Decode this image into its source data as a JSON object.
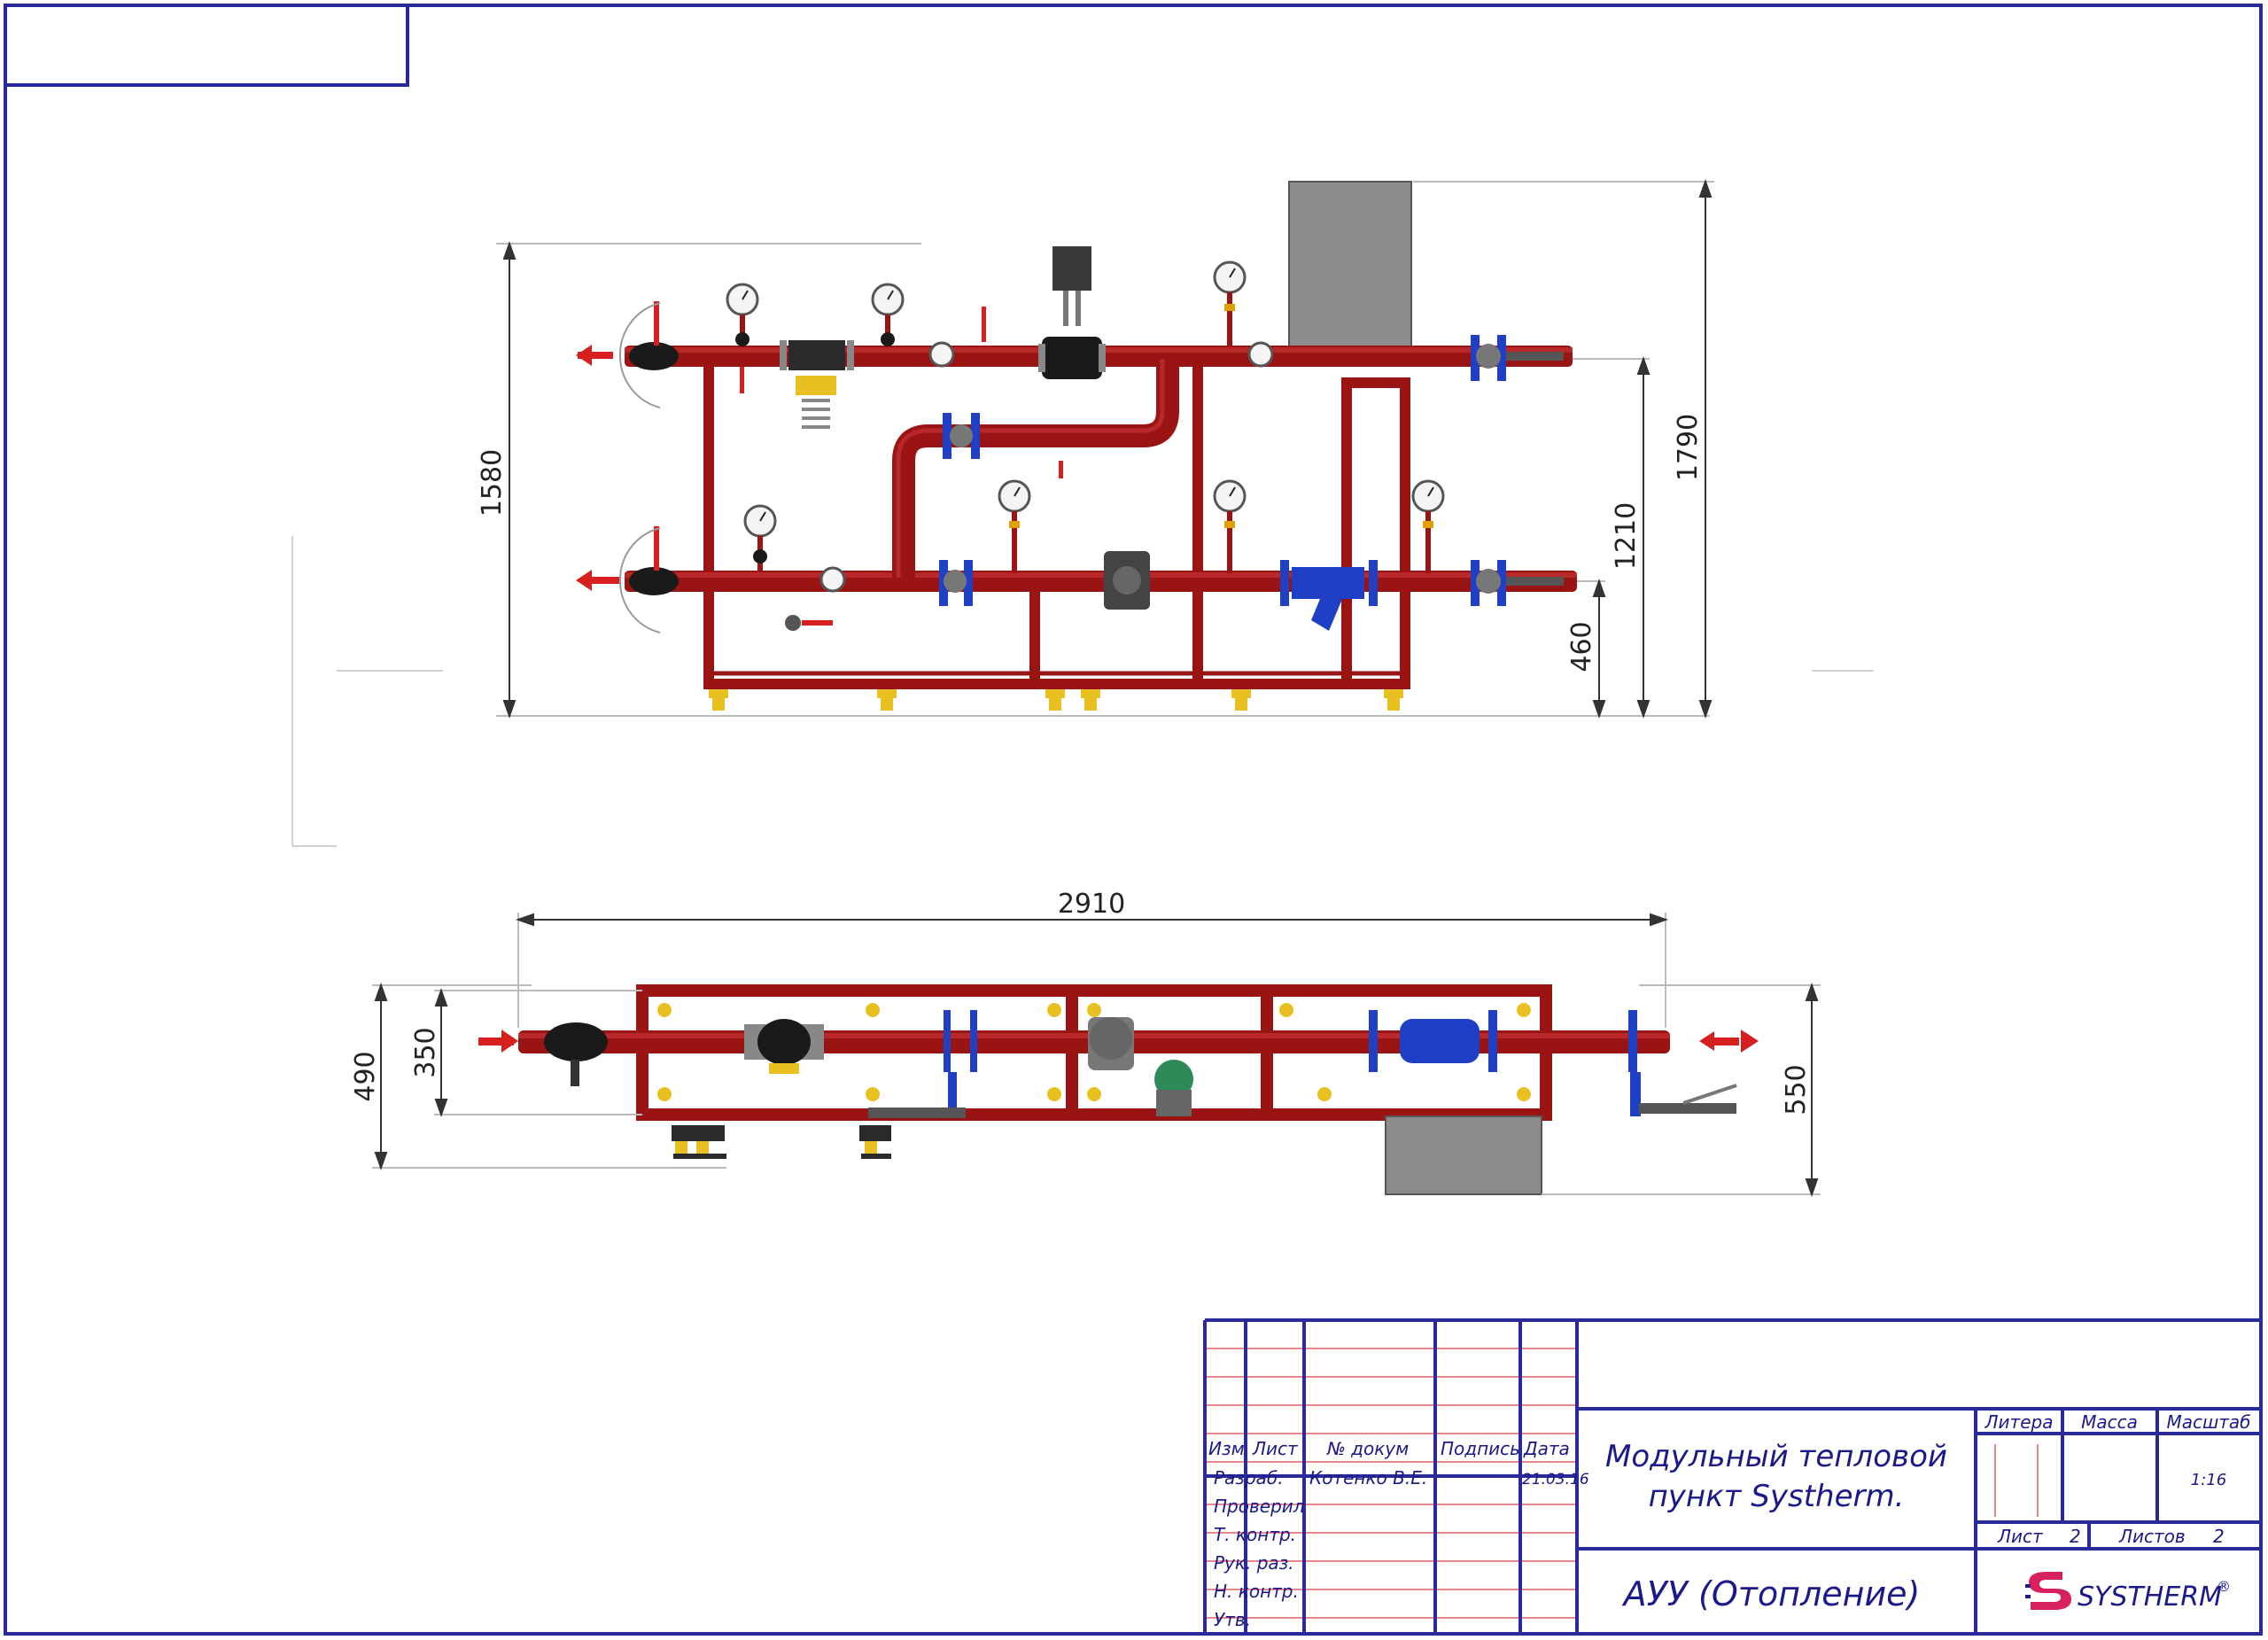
{
  "drawing": {
    "front_view": {
      "dimensions": {
        "total_height": "1580",
        "overall_height": "1790",
        "upper_pipe_height": "1210",
        "lower_pipe_height": "460"
      }
    },
    "top_view": {
      "dimensions": {
        "length": "2910",
        "depth_frame": "350",
        "depth_total": "490",
        "depth_with_box": "550"
      }
    }
  },
  "title_block": {
    "headers": {
      "izm": "Изм",
      "list": "Лист",
      "doc_no": "№ докум",
      "signature": "Подпись",
      "date": "Дата"
    },
    "roles": [
      "Разраб.",
      "Проверил",
      "Т. контр.",
      "Рук. раз.",
      "Н. контр.",
      "Утв."
    ],
    "developer_name": "Котенко В.Е.",
    "developer_date": "21.03.16",
    "title_line1": "Модульный тепловой",
    "title_line2": "пункт Systherm.",
    "subtitle": "АУУ (Отопление)",
    "litera_label": "Литера",
    "mass_label": "Масса",
    "scale_label": "Масштаб",
    "scale_value": "1:16",
    "sheet_label": "Лист",
    "sheet_value": "2",
    "sheets_label": "Листов",
    "sheets_value": "2",
    "logo_text": "SYSTHERM",
    "logo_mark": "®"
  },
  "colors": {
    "frame": "#2a2a9a",
    "pipe": "#9b1414",
    "pipe_dark": "#6e0c0c",
    "valve_blue": "#1f3fc4",
    "box_gray": "#8c8c8c",
    "support_yellow": "#e8c020",
    "title_red_lines": "#e06060"
  }
}
